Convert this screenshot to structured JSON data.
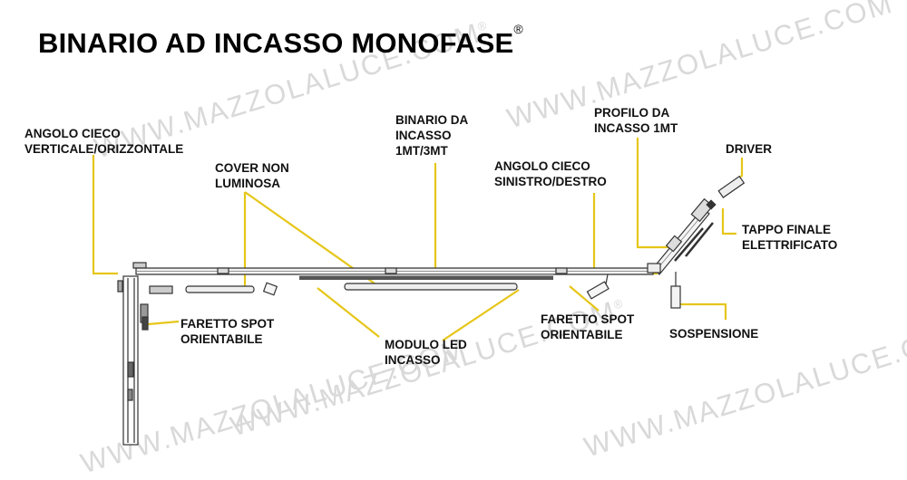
{
  "title": "BINARIO AD INCASSO MONOFASE",
  "title_mark": "®",
  "labels": {
    "angolo_cieco_vo": [
      "ANGOLO CIECO",
      "VERTICALE/ORIZZONTALE"
    ],
    "cover_non_luminosa": [
      "COVER NON",
      "LUMINOSA"
    ],
    "binario_da_incasso": [
      "BINARIO DA",
      "INCASSO",
      "1MT/3MT"
    ],
    "angolo_cieco_sd": [
      "ANGOLO CIECO",
      "SINISTRO/DESTRO"
    ],
    "profilo_da_incasso": [
      "PROFILO DA",
      "INCASSO 1MT"
    ],
    "driver": [
      "DRIVER"
    ],
    "tappo_finale": [
      "TAPPO FINALE",
      "ELETTRIFICATO"
    ],
    "faretto_spot_left": [
      "FARETTO SPOT",
      "ORIENTABILE"
    ],
    "modulo_led": [
      "MODULO LED",
      "INCASSO"
    ],
    "faretto_spot_right": [
      "FARETTO SPOT",
      "ORIENTABILE"
    ],
    "sospensione": [
      "SOSPENSIONE"
    ]
  },
  "watermark": {
    "text": "WWW.MAZZOLALUCE.COM",
    "mark": "®",
    "color": "#d9d9d9"
  },
  "colors": {
    "leader": "#e6c619",
    "outline": "#333333"
  }
}
